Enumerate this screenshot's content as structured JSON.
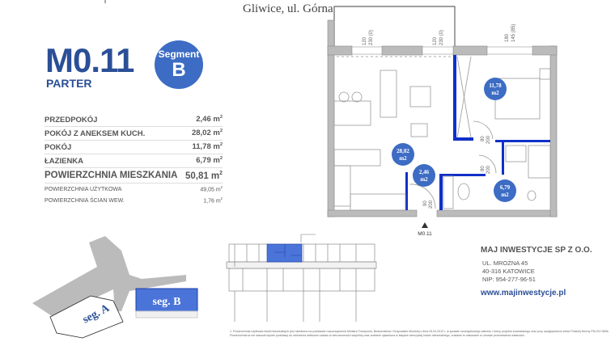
{
  "header": {
    "location": "Gliwice, ul. Górna"
  },
  "unit": {
    "code": "M0.11",
    "floor": "PARTER",
    "segment_label": "Segment",
    "segment": "B"
  },
  "areas": {
    "rooms": [
      {
        "name": "PRZEDPOKÓJ",
        "value": "2,46 m",
        "unit_sup": "2"
      },
      {
        "name": "POKÓJ Z ANEKSEM KUCH.",
        "value": "28,02 m",
        "unit_sup": "2"
      },
      {
        "name": "POKÓJ",
        "value": "11,78 m",
        "unit_sup": "2"
      },
      {
        "name": "ŁAZIENKA",
        "value": "6,79 m",
        "unit_sup": "2"
      }
    ],
    "total": {
      "name": "POWIERZCHNIA MIESZKANIA",
      "value": "50,81 m",
      "unit_sup": "2"
    },
    "extra": [
      {
        "name": "POWIERZCHNIA UŻYTKOWA",
        "value": "49,05 m",
        "unit_sup": "2"
      },
      {
        "name": "POWIERZCHNIA ŚCIAN WEW.",
        "value": "1,76 m",
        "unit_sup": "2"
      }
    ]
  },
  "plan": {
    "room_labels": [
      {
        "value": "11,78",
        "unit": "m2"
      },
      {
        "value": "28,02",
        "unit": "m2"
      },
      {
        "value": "2,46",
        "unit": "m2"
      },
      {
        "value": "6,79",
        "unit": "m2"
      }
    ],
    "window_dims": [
      {
        "a": "120",
        "b": "230 (0)"
      },
      {
        "a": "120",
        "b": "230 (0)"
      },
      {
        "a": "180",
        "b": "145 (85)"
      }
    ],
    "door_dims": [
      {
        "a": "80",
        "b": "200"
      },
      {
        "a": "80",
        "b": "200"
      },
      {
        "a": "90",
        "b": "200"
      }
    ],
    "entrance_label": "M0.11",
    "highlight_color": "#3d6cc4",
    "wall_color": "#1030c8"
  },
  "site": {
    "seg_a": "seg. A",
    "seg_b": "seg. B"
  },
  "company": {
    "name": "MAJ INWESTYCJE SP Z O.O.",
    "address": [
      "UL. MROŻNA 45",
      "40-316 KATOWICE",
      "NIP: 954-277-96-51"
    ],
    "website": "www.majinwestycje.pl"
  },
  "footnote": "1. Powierzchnia użytkowa lokali mieszkalnych jest określona na podstawie rozporządzenia Ministra Transportu, Budownictwa i Gospodarki Morskiej z dnia 25.04.2012 r. w sprawie szczegółowego zakresu i formy projektu budowlanego oraz przy uwzględnieniu treści Polskiej Normy PN-ISO 9836. Powierzchnia ta nie stanowi będzie podstawy do obliczenia wielkości udziału w nieruchomości wspólnej oraz zostanie ujawniona w księdze wieczystej lokalu mieszkalnego, zostanie to wskazane w umowie przeniesienia własności."
}
